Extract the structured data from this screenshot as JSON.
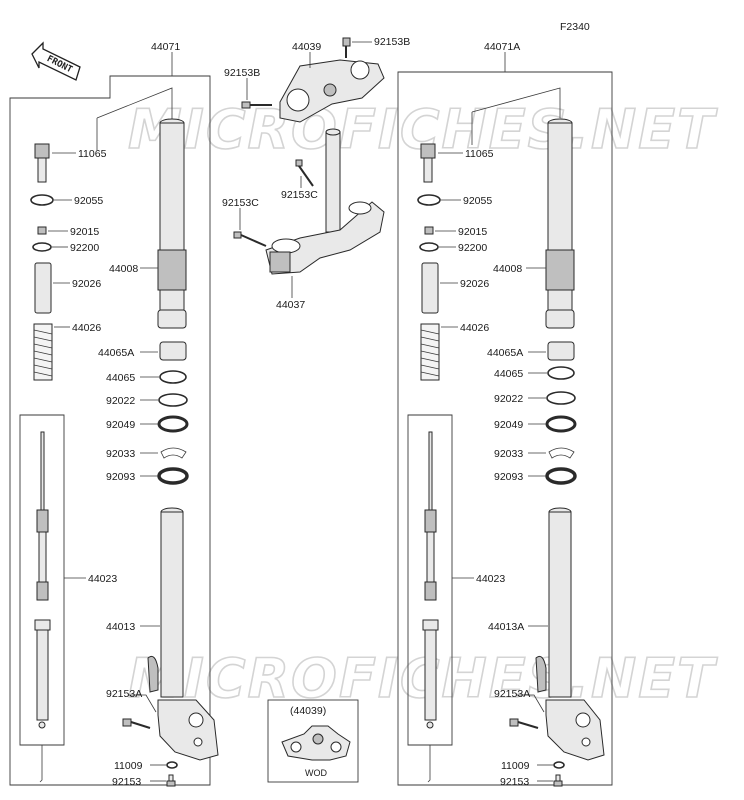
{
  "figure_code": "F2340",
  "front_label": "FRONT",
  "watermark": "MICROFICHES.NET",
  "inset_title": "(44039)",
  "inset_caption": "WOD",
  "assemblies": {
    "left": "44071",
    "right": "44071A"
  },
  "parts": {
    "p11065": "11065",
    "p92055": "92055",
    "p92015": "92015",
    "p92200": "92200",
    "p92026": "92026",
    "p44008": "44008",
    "p44026": "44026",
    "p44065A": "44065A",
    "p44065": "44065",
    "p92022": "92022",
    "p92049": "92049",
    "p92033": "92033",
    "p92093": "92093",
    "p44023": "44023",
    "p44013": "44013",
    "p44013A": "44013A",
    "p92153A": "92153A",
    "p11009": "11009",
    "p92153": "92153",
    "p44039": "44039",
    "p92153B": "92153B",
    "p92153C": "92153C",
    "p44037": "44037"
  }
}
